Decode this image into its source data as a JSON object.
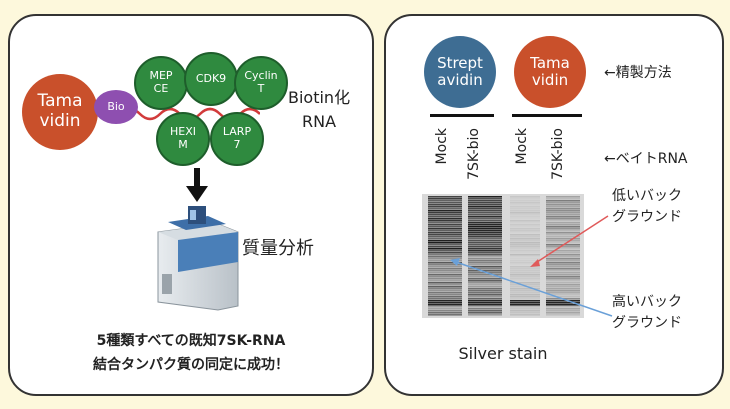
{
  "left": {
    "tamavidin": "Tama\nvidin",
    "bio": "Bio",
    "complex": [
      "MEP\nCE",
      "CDK9",
      "Cyclin\nT",
      "HEXI\nM",
      "LARP\n7"
    ],
    "biotin_rna": "Biotin化\nRNA",
    "mass_spec": "質量分析",
    "conclusion_line1": "5種類すべての既知7SK-RNA",
    "conclusion_line2": "結合タンパク質の同定に成功！"
  },
  "right": {
    "streptavidin": "Strept\navidin",
    "tamavidin": "Tama\nvidin",
    "purification_label": "←精製方法",
    "bait_label": "←ベイトRNA",
    "lanes": [
      "Mock",
      "7SK-bio",
      "Mock",
      "7SK-bio"
    ],
    "low_bg": "低いバック\nグラウンド",
    "high_bg": "高いバック\nグラウンド",
    "silver_stain": "Silver stain"
  },
  "colors": {
    "tamavidin": "#c9502b",
    "streptavidin": "#3e6d93",
    "complex_green": "#2f8a3f",
    "bio_purple": "#8e4fb0",
    "red_arrow": "#e05a5a",
    "blue_arrow": "#6aa0d8"
  },
  "icons": [
    "mass-spectrometer-icon",
    "down-arrow-icon"
  ]
}
